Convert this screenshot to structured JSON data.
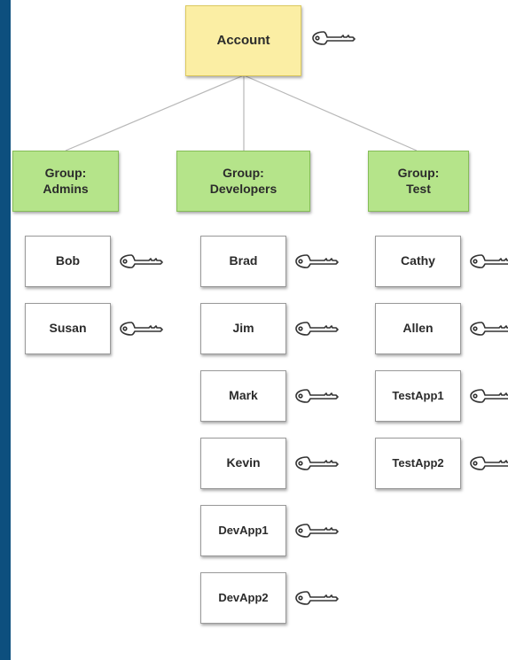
{
  "account": {
    "label": "Account"
  },
  "groups": [
    {
      "label": "Group:\nAdmins",
      "members": [
        "Bob",
        "Susan"
      ]
    },
    {
      "label": "Group:\nDevelopers",
      "members": [
        "Brad",
        "Jim",
        "Mark",
        "Kevin",
        "DevApp1",
        "DevApp2"
      ]
    },
    {
      "label": "Group:\nTest",
      "members": [
        "Cathy",
        "Allen",
        "TestApp1",
        "TestApp2"
      ]
    }
  ],
  "colors": {
    "background": "#0d4f7e",
    "account_fill": "#fbeea4",
    "group_fill": "#b5e48a",
    "user_fill": "#ffffff",
    "connector": "#b8b8b8"
  },
  "icons": {
    "credential": "key-icon"
  }
}
